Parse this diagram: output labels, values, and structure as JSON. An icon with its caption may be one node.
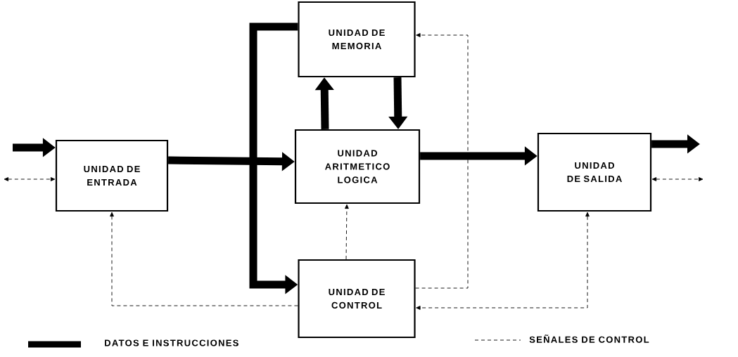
{
  "diagram": {
    "nodes": [
      {
        "text": [
          "UNIDAD DE ENTRADA"
        ]
      },
      {
        "text": [
          "UNIDAD DE MEMORIA"
        ]
      },
      {
        "text": [
          "UNIDAD ARITMETICO LOGICA"
        ]
      },
      {
        "text": [
          "UNIDAD DE SALIDA"
        ]
      },
      {
        "text": [
          "UNIDAD DE CONTROL"
        ]
      }
    ],
    "edges": [
      {
        "from": null,
        "to": 0,
        "arrow": "to"
      },
      {
        "from": null,
        "to": 0,
        "arrow": "both",
        "style": "dashed"
      },
      {
        "from": 0,
        "to": 2,
        "arrow": "to"
      },
      {
        "from": 1,
        "to": 4,
        "arrow": "to"
      },
      {
        "from": 2,
        "to": 1,
        "arrow": "to"
      },
      {
        "from": 1,
        "to": 2,
        "arrow": "to"
      },
      {
        "from": 2,
        "to": 3,
        "arrow": "to"
      },
      {
        "from": 3,
        "to": null,
        "arrow": "to"
      },
      {
        "from": 3,
        "to": null,
        "arrow": "both",
        "style": "dashed"
      },
      {
        "from": 4,
        "to": 0,
        "arrow": "to",
        "style": "dashed"
      },
      {
        "from": 4,
        "to": 2,
        "arrow": "to",
        "style": "dashed"
      },
      {
        "from": 4,
        "to": 1,
        "arrow": "to",
        "style": "dashed"
      },
      {
        "from": 3,
        "to": 4,
        "arrow": "both",
        "style": "dashed"
      }
    ],
    "legend": [
      {
        "text": "DATOS E INSTRUCCIONES"
      },
      {
        "text": "SEÑALES DE CONTROL"
      }
    ]
  }
}
